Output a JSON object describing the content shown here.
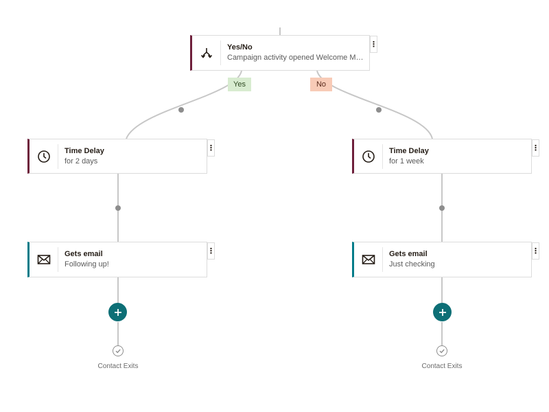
{
  "condition_node": {
    "title": "Yes/No",
    "subtitle": "Campaign activity opened Welcome Me...",
    "icon": "split-branch-icon",
    "menu_label": "⋮"
  },
  "branches": {
    "yes_label": "Yes",
    "no_label": "No",
    "yes_color": "#d8ecd0",
    "no_color": "#f8cbb7"
  },
  "left_path": {
    "delay": {
      "title": "Time Delay",
      "subtitle": "for 2 days",
      "icon": "clock-icon",
      "menu_label": "⋮"
    },
    "email": {
      "title": "Gets email",
      "subtitle": "Following up!",
      "icon": "envelope-icon",
      "menu_label": "⋮"
    },
    "exit_label": "Contact Exits"
  },
  "right_path": {
    "delay": {
      "title": "Time Delay",
      "subtitle": "for 1 week",
      "icon": "clock-icon",
      "menu_label": "⋮"
    },
    "email": {
      "title": "Gets email",
      "subtitle": "Just checking",
      "icon": "envelope-icon",
      "menu_label": "⋮"
    },
    "exit_label": "Contact Exits"
  },
  "colors": {
    "condition_accent": "#6e1f3b",
    "email_accent": "#007c89",
    "add_button": "#0d6f76"
  }
}
